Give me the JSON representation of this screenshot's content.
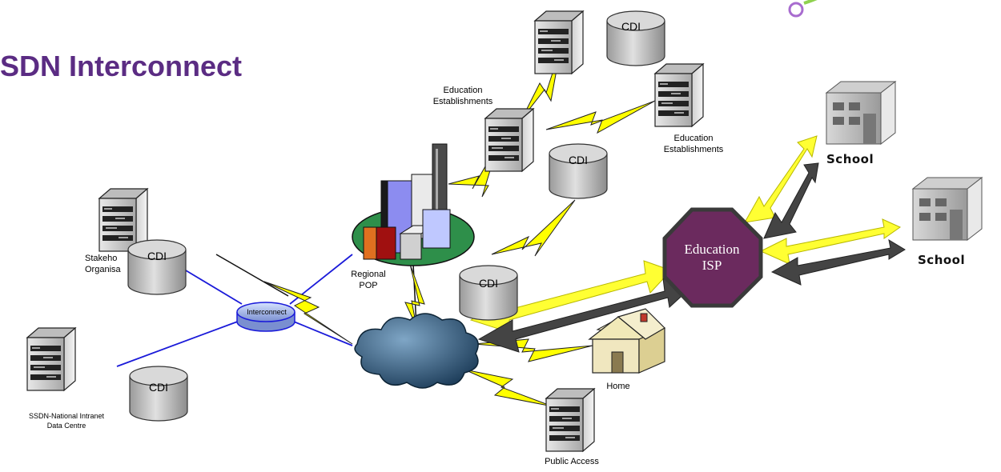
{
  "title": "SDN Interconnect",
  "cdi_label": "CDI",
  "labels": {
    "education_top": [
      "Education",
      "Establishments"
    ],
    "education_right": [
      "Education",
      "Establishments"
    ],
    "regional_pop": [
      "Regional",
      "POP"
    ],
    "stakeholder": [
      "Stakeho",
      "Organisa"
    ],
    "interconnect": "Interconnect",
    "data_centre": [
      "SSDN-National Intranet",
      "Data Centre"
    ],
    "home": "Home",
    "public_access": "Public Access",
    "school_1": "School",
    "school_2": "School",
    "education_isp": [
      "Education",
      "ISP"
    ]
  },
  "colors": {
    "title": "#5b2c83",
    "isp_fill": "#6b2a5e",
    "isp_border": "#3a3a3a",
    "arrow_yellow": "#ffff33",
    "arrow_dark": "#444444",
    "link_blue": "#1a1ad9",
    "bolt_yellow": "#ffff00"
  },
  "icons": [
    "server-icon",
    "database-cylinder-icon",
    "cloud-icon",
    "city-icon",
    "house-icon",
    "school-building-icon",
    "octagon-isp-icon",
    "router-icon",
    "lightning-link-icon"
  ]
}
